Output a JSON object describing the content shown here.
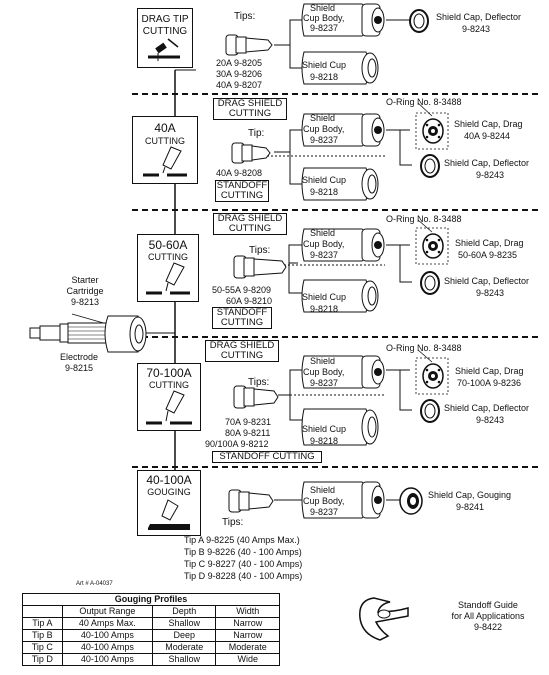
{
  "sections": [
    {
      "mode_lines": [
        "DRAG TIP",
        "CUTTING"
      ],
      "tips_label": "Tips:",
      "tips": [
        "20A  9-8205",
        "30A  9-8206",
        "40A  9-8207"
      ],
      "body_label": [
        "Shield",
        "Cup Body,",
        "9-8237"
      ],
      "cup_label": [
        "Shield Cup",
        "9-8218"
      ],
      "caps": [
        {
          "lines": [
            "Shield Cap, Deflector",
            "9-8243"
          ]
        }
      ]
    },
    {
      "mode_lines": [
        "40A",
        "CUTTING"
      ],
      "tag_top": [
        "DRAG SHIELD",
        "CUTTING"
      ],
      "tag_bottom": [
        "STANDOFF",
        "CUTTING"
      ],
      "tips_label": "Tip:",
      "tips": [
        "40A   9-8208"
      ],
      "oring": "O-Ring No. 8-3488",
      "body_label": [
        "Shield",
        "Cup Body,",
        "9-8237"
      ],
      "cup_label": [
        "Shield Cup",
        "9-8218"
      ],
      "caps": [
        {
          "lines": [
            "Shield Cap, Drag",
            "40A  9-8244"
          ]
        },
        {
          "lines": [
            "Shield Cap, Deflector",
            "9-8243"
          ]
        }
      ]
    },
    {
      "mode_lines": [
        "50-60A",
        "CUTTING"
      ],
      "tag_top": [
        "DRAG SHIELD",
        "CUTTING"
      ],
      "tag_bottom": [
        "STANDOFF",
        "CUTTING"
      ],
      "tips_label": "Tips:",
      "tips": [
        "50-55A  9-8209",
        "60A  9-8210"
      ],
      "oring": "O-Ring No. 8-3488",
      "body_label": [
        "Shield",
        "Cup Body,",
        "9-8237"
      ],
      "cup_label": [
        "Shield Cup",
        "9-8218"
      ],
      "caps": [
        {
          "lines": [
            "Shield Cap, Drag",
            "50-60A  9-8235"
          ]
        },
        {
          "lines": [
            "Shield Cap, Deflector",
            "9-8243"
          ]
        }
      ]
    },
    {
      "mode_lines": [
        "70-100A",
        "CUTTING"
      ],
      "tag_top": [
        "DRAG SHIELD",
        "CUTTING"
      ],
      "tag_bottom": [
        "STANDOFF  CUTTING"
      ],
      "tips_label": "Tips:",
      "tips": [
        "70A   9-8231",
        "80A   9-8211",
        "90/100A  9-8212"
      ],
      "oring": "O-Ring No. 8-3488",
      "body_label": [
        "Shield",
        "Cup Body,",
        "9-8237"
      ],
      "cup_label": [
        "Shield Cup",
        "9-8218"
      ],
      "caps": [
        {
          "lines": [
            "Shield Cap, Drag",
            "70-100A  9-8236"
          ]
        },
        {
          "lines": [
            "Shield Cap, Deflector",
            "9-8243"
          ]
        }
      ]
    },
    {
      "mode_lines": [
        "40-100A",
        "GOUGING"
      ],
      "tips_label": "Tips:",
      "body_label": [
        "Shield",
        "Cup Body,",
        "9-8237"
      ],
      "caps": [
        {
          "lines": [
            "Shield Cap, Gouging",
            "9-8241"
          ]
        }
      ]
    }
  ],
  "starter": [
    "Starter",
    "Cartridge",
    "9-8213"
  ],
  "electrode": [
    "Electrode",
    "9-8215"
  ],
  "gouging_tips": [
    "Tip A   9-8225 (40 Amps Max.)",
    "Tip B   9-8226 (40 - 100 Amps)",
    "Tip C   9-8227 (40 - 100 Amps)",
    "Tip D   9-8228 (40 - 100 Amps)"
  ],
  "art_number": "Art # A-04037",
  "table": {
    "title": "Gouging Profiles",
    "headers": [
      "",
      "Output Range",
      "Depth",
      "Width"
    ],
    "rows": [
      [
        "Tip A",
        "40 Amps Max.",
        "Shallow",
        "Narrow"
      ],
      [
        "Tip B",
        "40-100 Amps",
        "Deep",
        "Narrow"
      ],
      [
        "Tip C",
        "40-100 Amps",
        "Moderate",
        "Moderate"
      ],
      [
        "Tip D",
        "40-100 Amps",
        "Shallow",
        "Wide"
      ]
    ]
  },
  "standoff_guide": [
    "Standoff Guide",
    "for All Applications",
    "9-8422"
  ]
}
